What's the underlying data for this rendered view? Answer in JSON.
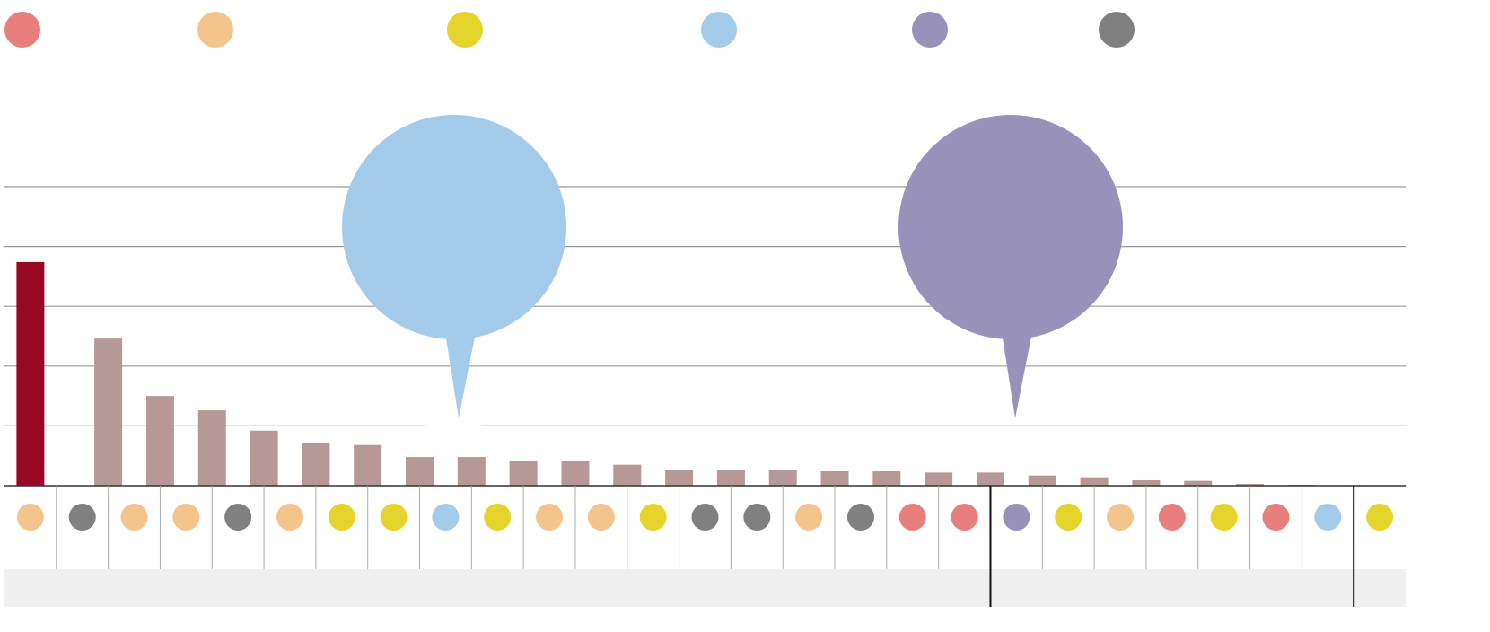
{
  "chart_data": {
    "type": "bar",
    "title": "",
    "xlabel": "",
    "ylabel": "",
    "ylim": [
      0,
      5
    ],
    "grid": true,
    "gridlines": [
      1,
      2,
      3,
      4,
      5
    ],
    "legend": {
      "placement": "top",
      "entries": [
        {
          "color": "#e87f7d"
        },
        {
          "color": "#f3c48b"
        },
        {
          "color": "#e5d42b"
        },
        {
          "color": "#a4cbea"
        },
        {
          "color": "#9892ba"
        },
        {
          "color": "#808080"
        }
      ]
    },
    "values": [
      3.74,
      2.46,
      1.5,
      1.26,
      0.92,
      0.72,
      0.68,
      0.48,
      0.48,
      0.42,
      0.42,
      0.35,
      0.27,
      0.26,
      0.26,
      0.24,
      0.24,
      0.22,
      0.22,
      0.17,
      0.14,
      0.09,
      0.08,
      0.03,
      0.015,
      0.01
    ],
    "highlight_index": 0,
    "colors": {
      "highlight": "#990822",
      "bar": "#b69996",
      "grid": "#999999",
      "band": "#eff0ef",
      "axis": "#333333"
    },
    "category_markers": [
      "#f3c48b",
      "#808080",
      "#f3c48b",
      "#f3c48b",
      "#808080",
      "#f3c48b",
      "#e5d42b",
      "#e5d42b",
      "#a4cbea",
      "#e5d42b",
      "#f3c48b",
      "#f3c48b",
      "#e5d42b",
      "#808080",
      "#808080",
      "#f3c48b",
      "#808080",
      "#e87f7d",
      "#e87f7d",
      "#9892ba",
      "#e5d42b",
      "#f3c48b",
      "#e87f7d",
      "#e5d42b",
      "#e87f7d",
      "#a4cbea",
      "#e5d42b"
    ],
    "separators_after_category": [
      18,
      25
    ],
    "callouts": [
      {
        "color": "#a4cbea",
        "points_to_bar": 8
      },
      {
        "color": "#9892ba",
        "points_to_bar": 19
      }
    ]
  }
}
